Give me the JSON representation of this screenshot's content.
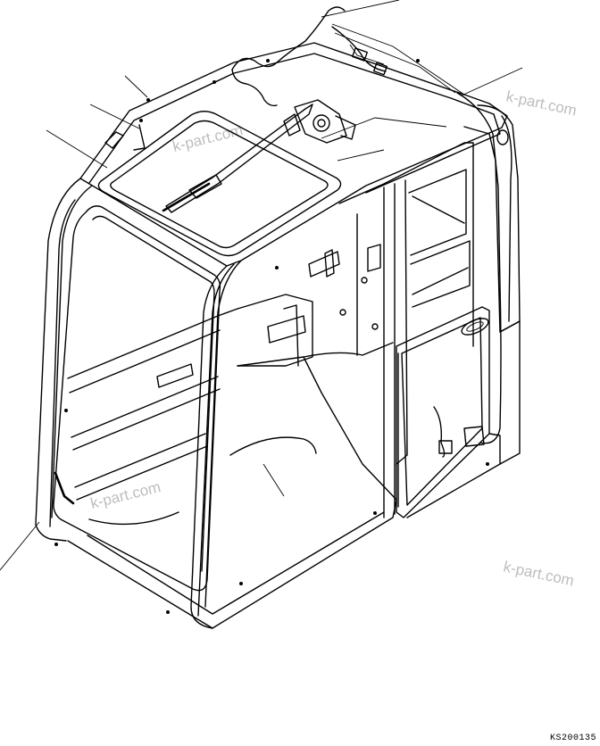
{
  "drawing": {
    "code": "KS200135",
    "watermark_text": "k-part.com",
    "subject": "operator cab structure with wiper and harness routing"
  },
  "colors": {
    "line": "#000000",
    "background": "#ffffff",
    "watermark": "#bdbdbd"
  }
}
